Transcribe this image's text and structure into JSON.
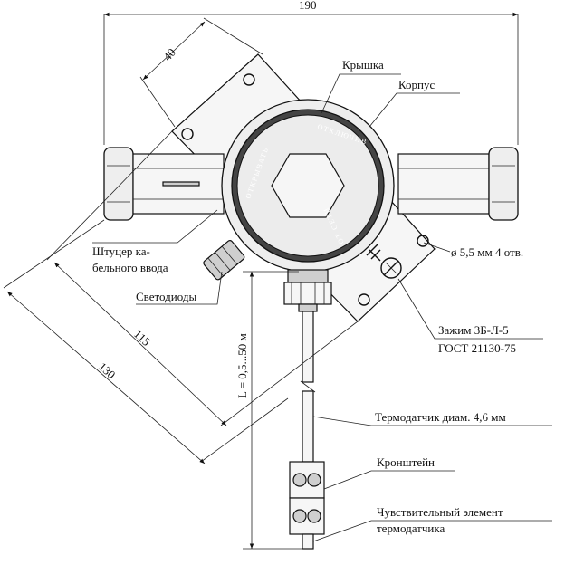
{
  "dimensions": {
    "width_190": "190",
    "bracket_40": "40",
    "diag_115": "115",
    "diag_130": "130",
    "length_L": "L = 0,5...50 м"
  },
  "labels": {
    "cover": "Крышка",
    "housing": "Корпус",
    "fitting_line1": "Штуцер ка-",
    "fitting_line2": "бельного ввода",
    "leds": "Светодиоды",
    "holes": "ø 5,5 мм 4 отв.",
    "clamp_line1": "Зажим 3Б-Л-5",
    "clamp_line2": "ГОСТ 21130-75",
    "thermosensor": "Термодатчик  диам. 4,6 мм",
    "bracket": "Кронштейн",
    "element_line1": "Чувствительный элемент",
    "element_line2": "термодатчика"
  },
  "engraving": {
    "left": "ОТКРЫВАТЬ",
    "right": "ОТКЛЮЧИВ",
    "bottom": "ОТ СЕТИ"
  }
}
